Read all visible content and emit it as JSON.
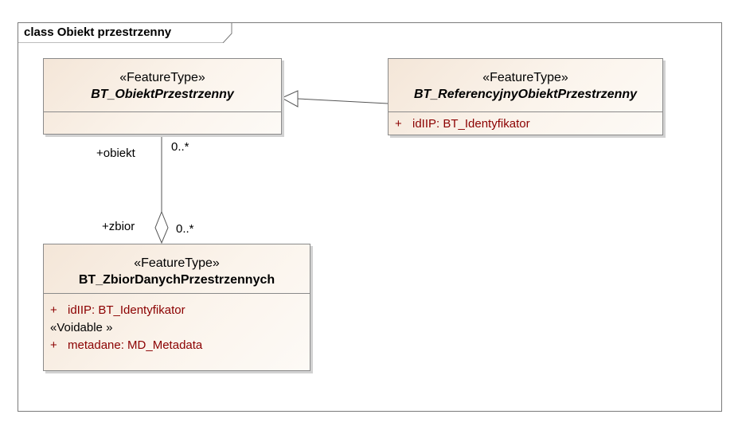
{
  "frame": {
    "title": "class Obiekt przestrzenny"
  },
  "classes": {
    "obiekt": {
      "stereotype": "«FeatureType»",
      "name": "BT_ObiektPrzestrzenny"
    },
    "referencyjny": {
      "stereotype": "«FeatureType»",
      "name": "BT_ReferencyjnyObiektPrzestrzenny",
      "attributes": [
        {
          "visibility": "+",
          "text": "idIIP:  BT_Identyfikator"
        }
      ]
    },
    "zbior": {
      "stereotype": "«FeatureType»",
      "name": "BT_ZbiorDanychPrzestrzennych",
      "attributes": [
        {
          "visibility": "+",
          "text": "idIIP:  BT_Identyfikator"
        }
      ],
      "voidable_label": "«Voidable »",
      "voidable_attributes": [
        {
          "visibility": "+",
          "text": "metadane:  MD_Metadata"
        }
      ]
    }
  },
  "association": {
    "end_top_role": "+obiekt",
    "end_top_mult": "0..*",
    "end_bottom_role": "+zbior",
    "end_bottom_mult": "0..*"
  }
}
